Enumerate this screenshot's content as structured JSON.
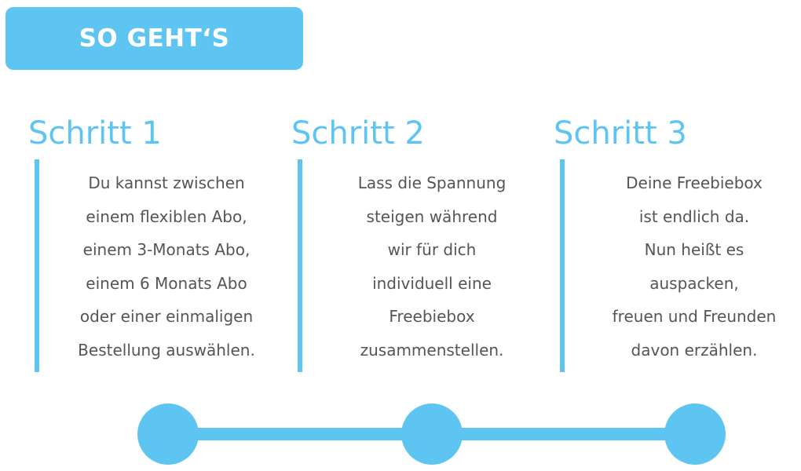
{
  "banner": {
    "title": "SO GEHT‘S"
  },
  "steps": [
    {
      "heading": "Schritt 1",
      "lines": [
        "Du kannst zwischen",
        "einem flexiblen Abo,",
        "einem 3-Monats Abo,",
        "einem 6 Monats Abo",
        "oder einer einmaligen",
        "Bestellung auswählen."
      ]
    },
    {
      "heading": "Schritt 2",
      "lines": [
        "Lass die Spannung",
        "steigen während",
        "wir für dich",
        "individuell eine",
        "Freebiebox",
        "zusammenstellen."
      ]
    },
    {
      "heading": "Schritt 3",
      "lines": [
        "Deine Freebiebox",
        "ist endlich da.",
        "Nun heißt es",
        "auspacken,",
        "freuen und Freunden",
        "davon erzählen."
      ]
    }
  ],
  "colors": {
    "accent": "#5ec4f1",
    "text": "#555555",
    "background": "#ffffff"
  }
}
